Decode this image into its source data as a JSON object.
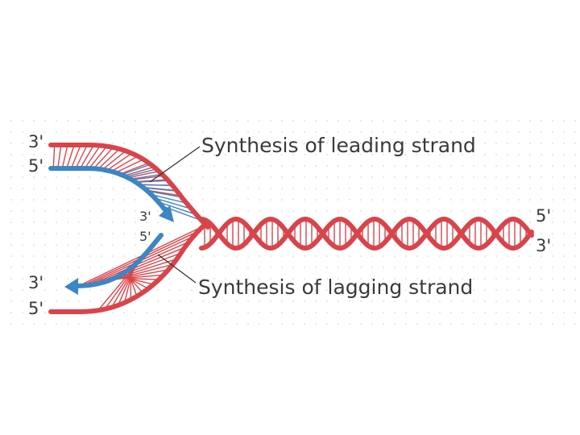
{
  "labels": {
    "leading_caption": "Synthesis of leading strand",
    "lagging_caption": "Synthesis of lagging strand",
    "parent_top_3": "3'",
    "parent_top_5": "5'",
    "parent_bottom_3": "3'",
    "parent_bottom_5": "5'",
    "fork_leading_3": "3'",
    "fork_lagging_5": "5'",
    "helix_right_5": "5'",
    "helix_right_3": "3'"
  },
  "colors": {
    "parental_strand": "#d9444a",
    "new_strand": "#3b86c3",
    "rungs_parental": "#d9444a",
    "rungs_new": "#3b86c3",
    "grid_dots": "#d9d9d9",
    "text": "#3a3a3a",
    "leader_line": "#333333"
  }
}
